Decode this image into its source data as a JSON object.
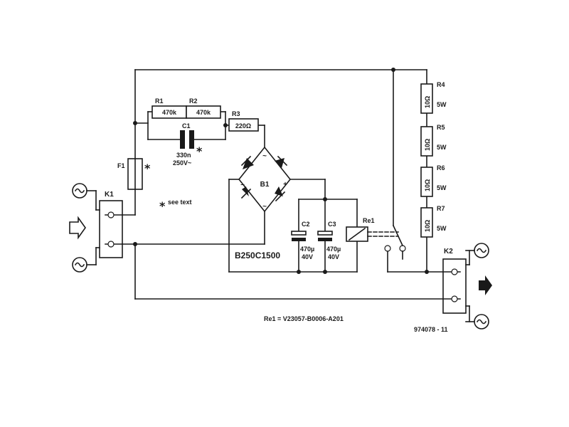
{
  "labels": {
    "r1": "R1",
    "r1_val": "470k",
    "r2": "R2",
    "r2_val": "470k",
    "r3": "R3",
    "r3_val": "220Ω",
    "c1": "C1",
    "c1_val": "330n",
    "c1_volt": "250V~",
    "f1": "F1",
    "star": "*",
    "see_text": "see text",
    "b1": "B1",
    "bridge_part": "B250C1500",
    "minus": "–",
    "plus": "+",
    "tilde": "~",
    "c2": "C2",
    "c2_val": "470µ",
    "c2_volt": "40V",
    "c3": "C3",
    "c3_val": "470µ",
    "c3_volt": "40V",
    "re1": "Re1",
    "r4": "R4",
    "r5": "R5",
    "r6": "R6",
    "r7": "R7",
    "ten_ohm": "10Ω",
    "five_w": "5W",
    "k1": "K1",
    "k2": "K2",
    "relay_part": "Re1 = V23057-B0006-A201",
    "figure_no": "974078 - 11"
  }
}
